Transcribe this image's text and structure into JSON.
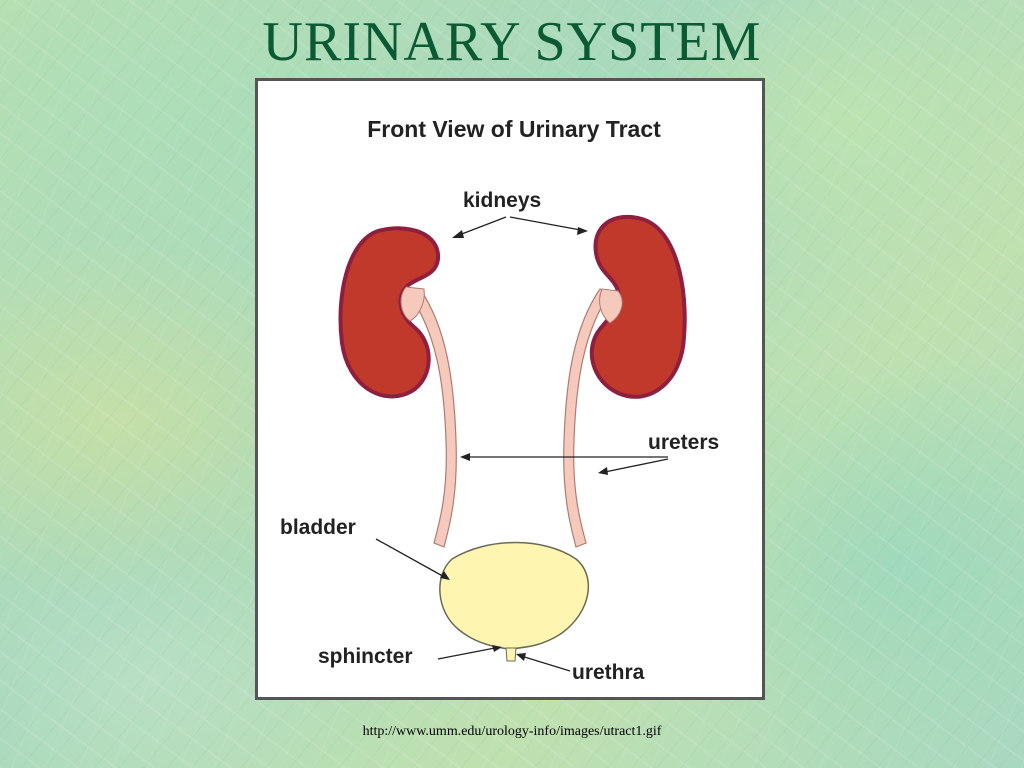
{
  "slide": {
    "title": "URINARY SYSTEM",
    "source_url": "http://www.umm.edu/urology-info/images/utract1.gif"
  },
  "diagram": {
    "heading": "Front View of Urinary Tract",
    "labels": {
      "kidneys": "kidneys",
      "ureters": "ureters",
      "bladder": "bladder",
      "sphincter": "sphincter",
      "urethra": "urethra"
    }
  },
  "colors": {
    "title": "#0b5a34",
    "kidney": "#c0392b",
    "kidney_edge": "#8e1f3f",
    "ureter": "#f5c9bc",
    "bladder": "#fdf5b0"
  }
}
